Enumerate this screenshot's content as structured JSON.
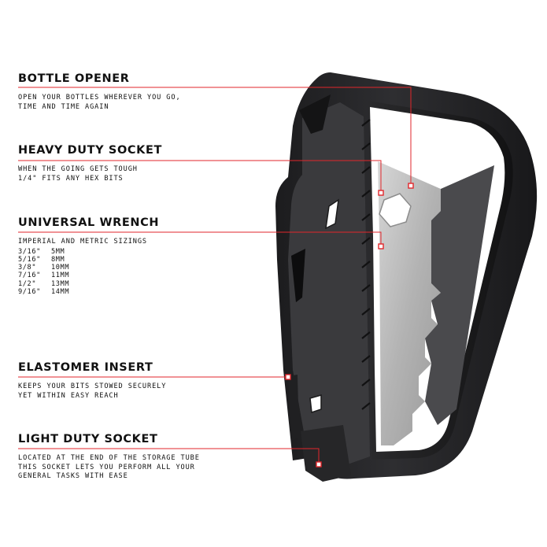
{
  "accent_color": "#e1262b",
  "features": [
    {
      "title": "BOTTLE OPENER",
      "desc": [
        "OPEN YOUR BOTTLES WHEREVER YOU GO,",
        "TIME AND TIME AGAIN"
      ]
    },
    {
      "title": "HEAVY DUTY SOCKET",
      "desc": [
        "WHEN THE GOING GETS TOUGH",
        "1/4\" FITS ANY HEX BITS"
      ]
    },
    {
      "title": "UNIVERSAL WRENCH",
      "desc": [
        "IMPERIAL AND METRIC SIZINGS"
      ]
    },
    {
      "title": "ELASTOMER INSERT",
      "desc": [
        "KEEPS YOUR BITS STOWED SECURELY",
        "YET WITHIN EASY REACH"
      ]
    },
    {
      "title": "LIGHT DUTY SOCKET",
      "desc": [
        "LOCATED AT THE END OF THE STORAGE TUBE",
        "THIS SOCKET LETS YOU PERFORM ALL YOUR",
        "GENERAL TASKS WITH EASE"
      ]
    }
  ],
  "wrench_sizes": [
    {
      "imperial": "3/16\"",
      "metric": "5MM"
    },
    {
      "imperial": "5/16\"",
      "metric": "8MM"
    },
    {
      "imperial": "3/8\"",
      "metric": "10MM"
    },
    {
      "imperial": "7/16\"",
      "metric": "11MM"
    },
    {
      "imperial": "1/2\"",
      "metric": "13MM"
    },
    {
      "imperial": "9/16\"",
      "metric": "14MM"
    }
  ]
}
